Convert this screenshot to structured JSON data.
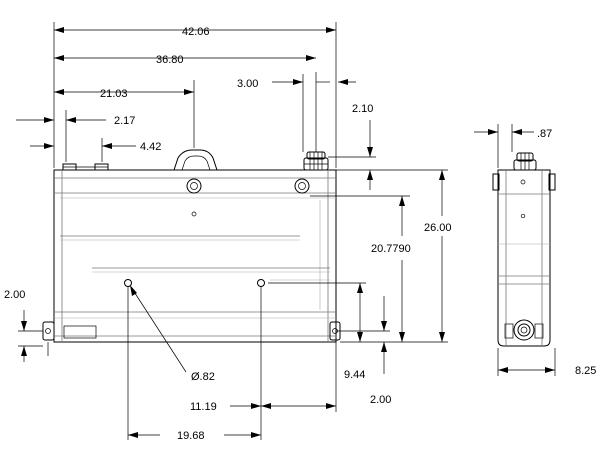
{
  "dimensions": {
    "overall_width": "42.06",
    "width_to_cap": "36.80",
    "width_to_handle": "21.03",
    "cap_offset": "3.00",
    "left_flange": "2.17",
    "left_offset": "4.42",
    "cap_height": "2.10",
    "overall_height": "26.00",
    "port_height": "20.7790",
    "bottom_flange": "2.00",
    "hole_diameter": "Ø.82",
    "hole_height": "9.44",
    "hole_spacing": "11.19",
    "bottom_offset": "2.00",
    "hole_span": "19.68",
    "side_top": ".87",
    "side_width": "8.25"
  }
}
